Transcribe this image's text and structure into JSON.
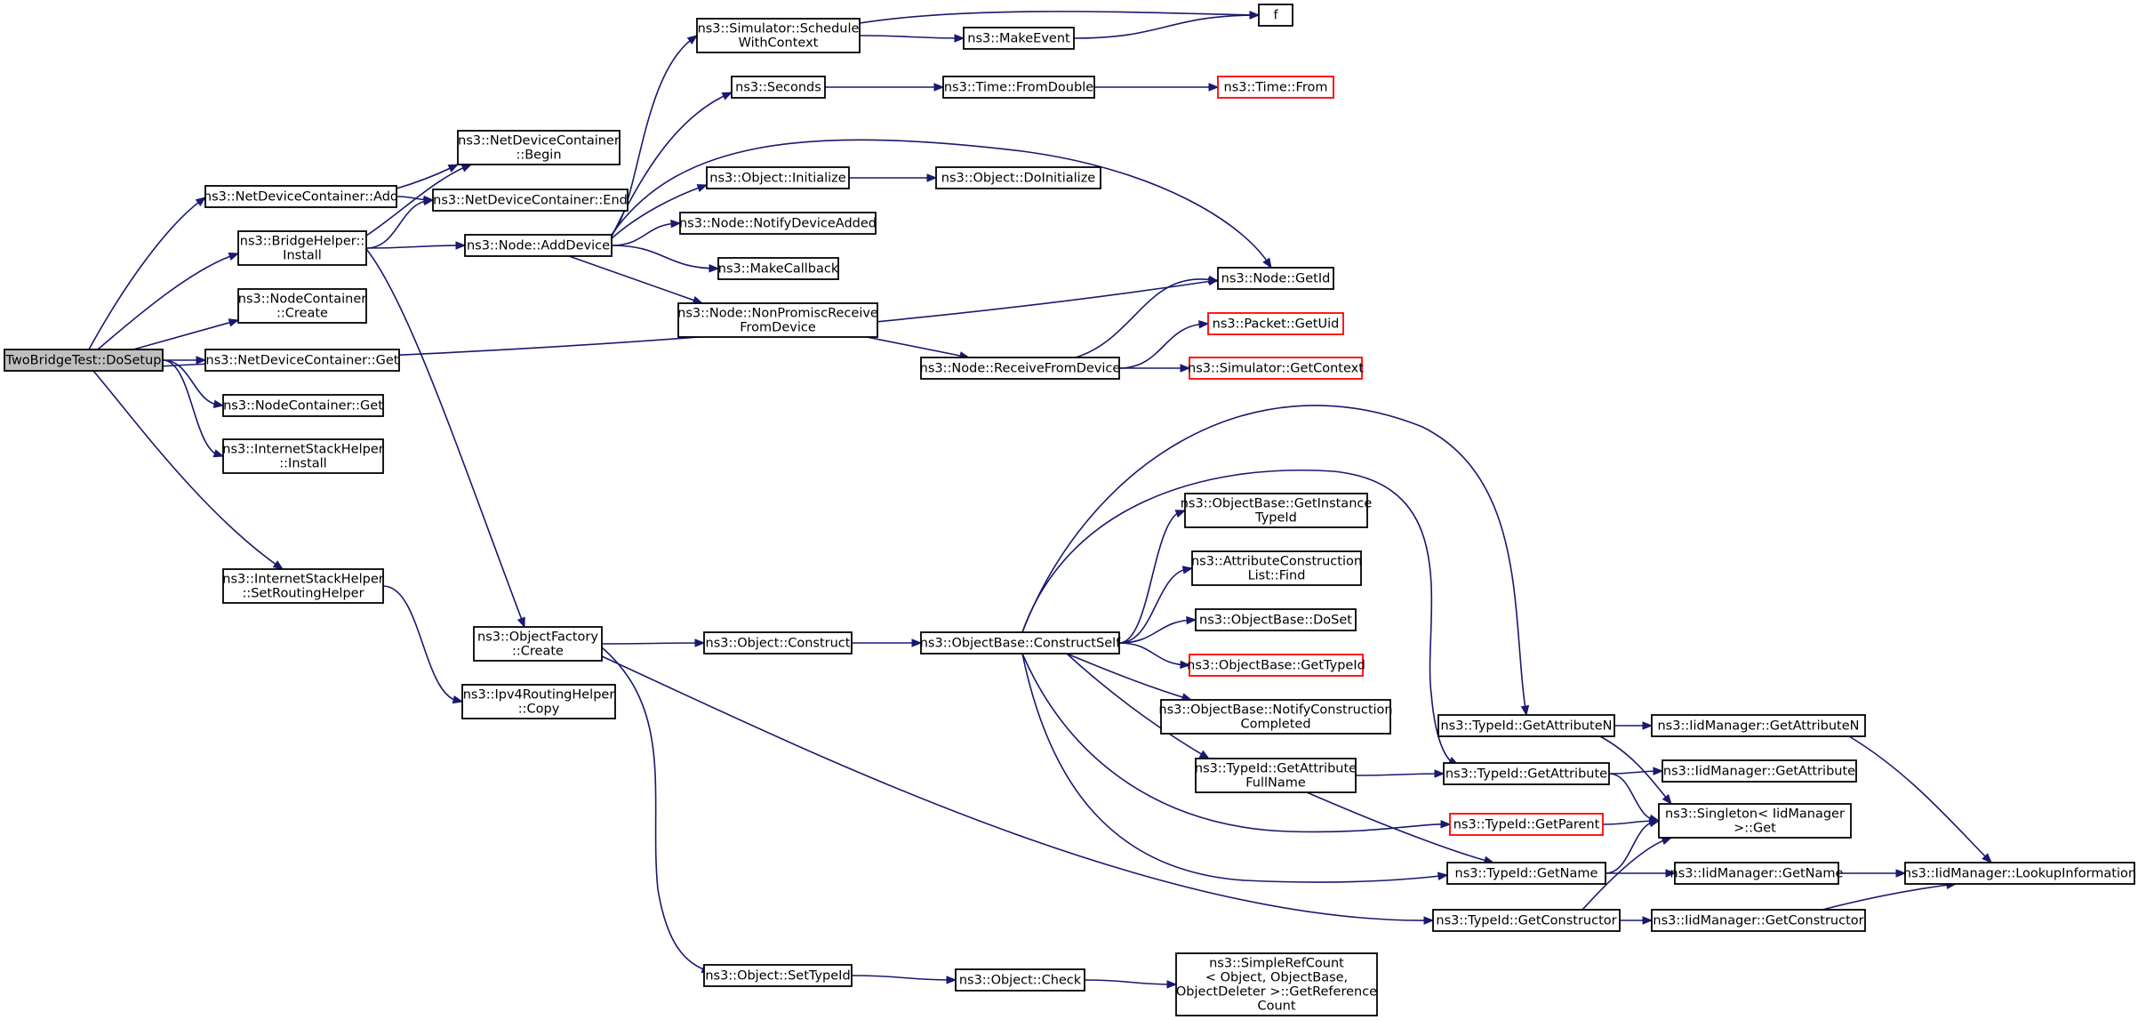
{
  "graph": {
    "title": "",
    "colors": {
      "edge": "#191970",
      "node_border": "#000000",
      "node_border_incomplete": "#ff0000",
      "node_fill": "#ffffff",
      "root_fill": "#bfbfbf",
      "text": "#000000"
    },
    "nodes": [
      {
        "id": "root",
        "lines": [
          "TwoBridgeTest::DoSetup"
        ],
        "style": "root"
      },
      {
        "id": "ndc_add",
        "lines": [
          "ns3::NetDeviceContainer::Add"
        ],
        "style": "normal"
      },
      {
        "id": "bridge_install",
        "lines": [
          "ns3::BridgeHelper::",
          "Install"
        ],
        "style": "normal"
      },
      {
        "id": "nc_create",
        "lines": [
          "ns3::NodeContainer",
          "::Create"
        ],
        "style": "normal"
      },
      {
        "id": "ndc_get",
        "lines": [
          "ns3::NetDeviceContainer::Get"
        ],
        "style": "normal"
      },
      {
        "id": "nc_get",
        "lines": [
          "ns3::NodeContainer::Get"
        ],
        "style": "normal"
      },
      {
        "id": "ish_install",
        "lines": [
          "ns3::InternetStackHelper",
          "::Install"
        ],
        "style": "normal"
      },
      {
        "id": "ish_setrouting",
        "lines": [
          "ns3::InternetStackHelper",
          "::SetRoutingHelper"
        ],
        "style": "normal"
      },
      {
        "id": "ndc_begin",
        "lines": [
          "ns3::NetDeviceContainer",
          "::Begin"
        ],
        "style": "normal"
      },
      {
        "id": "ndc_end",
        "lines": [
          "ns3::NetDeviceContainer::End"
        ],
        "style": "normal"
      },
      {
        "id": "node_adddevice",
        "lines": [
          "ns3::Node::AddDevice"
        ],
        "style": "normal"
      },
      {
        "id": "objfactory_create",
        "lines": [
          "ns3::ObjectFactory",
          "::Create"
        ],
        "style": "normal"
      },
      {
        "id": "ipv4_copy",
        "lines": [
          "ns3::Ipv4RoutingHelper",
          "::Copy"
        ],
        "style": "normal"
      },
      {
        "id": "sim_schedule",
        "lines": [
          "ns3::Simulator::Schedule",
          "WithContext"
        ],
        "style": "normal"
      },
      {
        "id": "seconds",
        "lines": [
          "ns3::Seconds"
        ],
        "style": "normal"
      },
      {
        "id": "obj_initialize",
        "lines": [
          "ns3::Object::Initialize"
        ],
        "style": "normal"
      },
      {
        "id": "node_notify",
        "lines": [
          "ns3::Node::NotifyDeviceAdded"
        ],
        "style": "normal"
      },
      {
        "id": "makecallback",
        "lines": [
          "ns3::MakeCallback"
        ],
        "style": "normal"
      },
      {
        "id": "node_nonpromisc",
        "lines": [
          "ns3::Node::NonPromiscReceive",
          "FromDevice"
        ],
        "style": "normal"
      },
      {
        "id": "obj_construct",
        "lines": [
          "ns3::Object::Construct"
        ],
        "style": "normal"
      },
      {
        "id": "obj_settypeid",
        "lines": [
          "ns3::Object::SetTypeId"
        ],
        "style": "normal"
      },
      {
        "id": "makeevent",
        "lines": [
          "ns3::MakeEvent"
        ],
        "style": "normal"
      },
      {
        "id": "time_fromdouble",
        "lines": [
          "ns3::Time::FromDouble"
        ],
        "style": "normal"
      },
      {
        "id": "obj_doinitialize",
        "lines": [
          "ns3::Object::DoInitialize"
        ],
        "style": "normal"
      },
      {
        "id": "node_receive",
        "lines": [
          "ns3::Node::ReceiveFromDevice"
        ],
        "style": "normal"
      },
      {
        "id": "ob_constructself",
        "lines": [
          "ns3::ObjectBase::ConstructSelf"
        ],
        "style": "normal"
      },
      {
        "id": "obj_check",
        "lines": [
          "ns3::Object::Check"
        ],
        "style": "normal"
      },
      {
        "id": "f",
        "lines": [
          "f"
        ],
        "style": "normal"
      },
      {
        "id": "time_from",
        "lines": [
          "ns3::Time::From"
        ],
        "style": "incomplete"
      },
      {
        "id": "node_getid",
        "lines": [
          "ns3::Node::GetId"
        ],
        "style": "normal"
      },
      {
        "id": "packet_getuid",
        "lines": [
          "ns3::Packet::GetUid"
        ],
        "style": "incomplete"
      },
      {
        "id": "sim_getcontext",
        "lines": [
          "ns3::Simulator::GetContext"
        ],
        "style": "incomplete"
      },
      {
        "id": "ob_getinstancetypeid",
        "lines": [
          "ns3::ObjectBase::GetInstance",
          "TypeId"
        ],
        "style": "normal"
      },
      {
        "id": "acl_find",
        "lines": [
          "ns3::AttributeConstruction",
          "List::Find"
        ],
        "style": "normal"
      },
      {
        "id": "ob_doset",
        "lines": [
          "ns3::ObjectBase::DoSet"
        ],
        "style": "normal"
      },
      {
        "id": "ob_gettypeid",
        "lines": [
          "ns3::ObjectBase::GetTypeId"
        ],
        "style": "incomplete"
      },
      {
        "id": "ob_notifycc",
        "lines": [
          "ns3::ObjectBase::NotifyConstruction",
          "Completed"
        ],
        "style": "normal"
      },
      {
        "id": "tid_getattrfullname",
        "lines": [
          "ns3::TypeId::GetAttribute",
          "FullName"
        ],
        "style": "normal"
      },
      {
        "id": "simplerefcount",
        "lines": [
          "ns3::SimpleRefCount",
          "< Object, ObjectBase,",
          "ObjectDeleter >::GetReference",
          "Count"
        ],
        "style": "normal"
      },
      {
        "id": "tid_getattributen",
        "lines": [
          "ns3::TypeId::GetAttributeN"
        ],
        "style": "normal"
      },
      {
        "id": "tid_getattribute",
        "lines": [
          "ns3::TypeId::GetAttribute"
        ],
        "style": "normal"
      },
      {
        "id": "tid_getparent",
        "lines": [
          "ns3::TypeId::GetParent"
        ],
        "style": "incomplete"
      },
      {
        "id": "tid_getname",
        "lines": [
          "ns3::TypeId::GetName"
        ],
        "style": "normal"
      },
      {
        "id": "tid_getconstructor",
        "lines": [
          "ns3::TypeId::GetConstructor"
        ],
        "style": "normal"
      },
      {
        "id": "iid_getattributen",
        "lines": [
          "ns3::IidManager::GetAttributeN"
        ],
        "style": "normal"
      },
      {
        "id": "iid_getattribute",
        "lines": [
          "ns3::IidManager::GetAttribute"
        ],
        "style": "normal"
      },
      {
        "id": "singleton_get",
        "lines": [
          "ns3::Singleton< IidManager",
          ">::Get"
        ],
        "style": "normal"
      },
      {
        "id": "iid_getname",
        "lines": [
          "ns3::IidManager::GetName"
        ],
        "style": "normal"
      },
      {
        "id": "iid_getconstructor",
        "lines": [
          "ns3::IidManager::GetConstructor"
        ],
        "style": "normal"
      },
      {
        "id": "iid_lookup",
        "lines": [
          "ns3::IidManager::LookupInformation"
        ],
        "style": "normal"
      }
    ],
    "edges": [
      [
        "root",
        "ndc_add"
      ],
      [
        "root",
        "bridge_install"
      ],
      [
        "root",
        "nc_create"
      ],
      [
        "root",
        "ndc_get"
      ],
      [
        "root",
        "nc_get"
      ],
      [
        "root",
        "ish_install"
      ],
      [
        "root",
        "ish_setrouting"
      ],
      [
        "root",
        "node_getid"
      ],
      [
        "ndc_add",
        "ndc_begin"
      ],
      [
        "ndc_add",
        "ndc_end"
      ],
      [
        "bridge_install",
        "ndc_begin"
      ],
      [
        "bridge_install",
        "ndc_end"
      ],
      [
        "bridge_install",
        "node_adddevice"
      ],
      [
        "bridge_install",
        "objfactory_create"
      ],
      [
        "ish_setrouting",
        "ipv4_copy"
      ],
      [
        "node_adddevice",
        "sim_schedule"
      ],
      [
        "node_adddevice",
        "seconds"
      ],
      [
        "node_adddevice",
        "obj_initialize"
      ],
      [
        "node_adddevice",
        "node_notify"
      ],
      [
        "node_adddevice",
        "makecallback"
      ],
      [
        "node_adddevice",
        "node_nonpromisc"
      ],
      [
        "node_adddevice",
        "node_getid"
      ],
      [
        "objfactory_create",
        "obj_construct"
      ],
      [
        "objfactory_create",
        "obj_settypeid"
      ],
      [
        "objfactory_create",
        "tid_getconstructor"
      ],
      [
        "sim_schedule",
        "makeevent"
      ],
      [
        "sim_schedule",
        "f"
      ],
      [
        "makeevent",
        "f"
      ],
      [
        "seconds",
        "time_fromdouble"
      ],
      [
        "time_fromdouble",
        "time_from"
      ],
      [
        "obj_initialize",
        "obj_doinitialize"
      ],
      [
        "node_nonpromisc",
        "node_receive"
      ],
      [
        "node_receive",
        "node_getid"
      ],
      [
        "node_receive",
        "packet_getuid"
      ],
      [
        "node_receive",
        "sim_getcontext"
      ],
      [
        "obj_construct",
        "ob_constructself"
      ],
      [
        "obj_settypeid",
        "obj_check"
      ],
      [
        "obj_check",
        "simplerefcount"
      ],
      [
        "ob_constructself",
        "ob_getinstancetypeid"
      ],
      [
        "ob_constructself",
        "acl_find"
      ],
      [
        "ob_constructself",
        "ob_doset"
      ],
      [
        "ob_constructself",
        "ob_gettypeid"
      ],
      [
        "ob_constructself",
        "ob_notifycc"
      ],
      [
        "ob_constructself",
        "tid_getattrfullname"
      ],
      [
        "ob_constructself",
        "tid_getattributen"
      ],
      [
        "ob_constructself",
        "tid_getattribute"
      ],
      [
        "ob_constructself",
        "tid_getparent"
      ],
      [
        "ob_constructself",
        "tid_getname"
      ],
      [
        "tid_getattrfullname",
        "tid_getattribute"
      ],
      [
        "tid_getattrfullname",
        "tid_getname"
      ],
      [
        "tid_getattributen",
        "iid_getattributen"
      ],
      [
        "tid_getattributen",
        "singleton_get"
      ],
      [
        "tid_getattribute",
        "iid_getattribute"
      ],
      [
        "tid_getattribute",
        "singleton_get"
      ],
      [
        "tid_getparent",
        "singleton_get"
      ],
      [
        "tid_getname",
        "iid_getname"
      ],
      [
        "tid_getname",
        "singleton_get"
      ],
      [
        "tid_getconstructor",
        "iid_getconstructor"
      ],
      [
        "tid_getconstructor",
        "singleton_get"
      ],
      [
        "iid_getattributen",
        "iid_lookup"
      ],
      [
        "iid_getname",
        "iid_lookup"
      ],
      [
        "iid_getconstructor",
        "iid_lookup"
      ]
    ]
  }
}
